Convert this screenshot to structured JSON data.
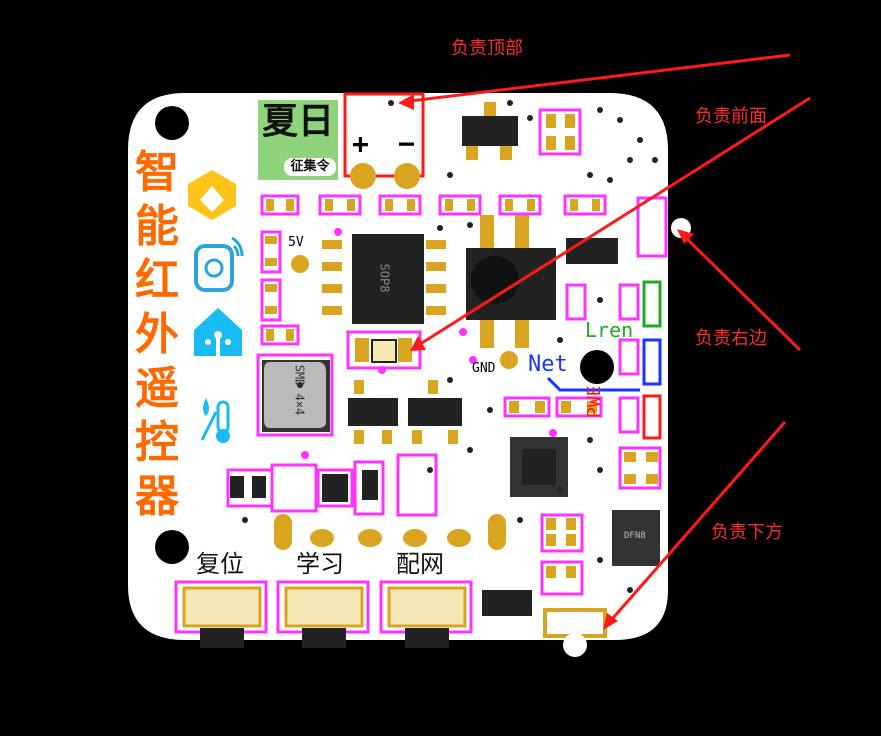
{
  "annotations": {
    "top": "负责顶部",
    "front": "负责前面",
    "right": "负责右边",
    "bottom": "负责下方"
  },
  "board": {
    "title": "智能红外遥控器",
    "logo_main": "夏日",
    "logo_sub": "征集令",
    "power_plus": "+",
    "power_minus": "−",
    "v5_label": "5V",
    "gnd_label": "GND",
    "lren_label": "Lren",
    "net_label": "Net",
    "pwe_label": "PWE",
    "sop8_label": "SOP8",
    "smd_label": "SMD 4×4",
    "dfn8_label": "DFN8",
    "buttons": [
      "复位",
      "学习",
      "配网"
    ]
  },
  "colors": {
    "pcb": "#ffffff",
    "silkscreen_pink": "#ff33ff",
    "pad_gold": "#d9a520",
    "ic_body": "#222222",
    "annotation_red": "#ff2a2a",
    "title_orange": "#ff6a00",
    "lren_green": "#22aa22",
    "net_blue": "#1a33ff",
    "pwe_red": "#ff1a1a",
    "logo_green": "#8fd47a"
  },
  "icons": [
    "home-assistant-icon",
    "tuya-hex-icon",
    "wifi-camera-icon",
    "thermometer-humidity-icon"
  ]
}
